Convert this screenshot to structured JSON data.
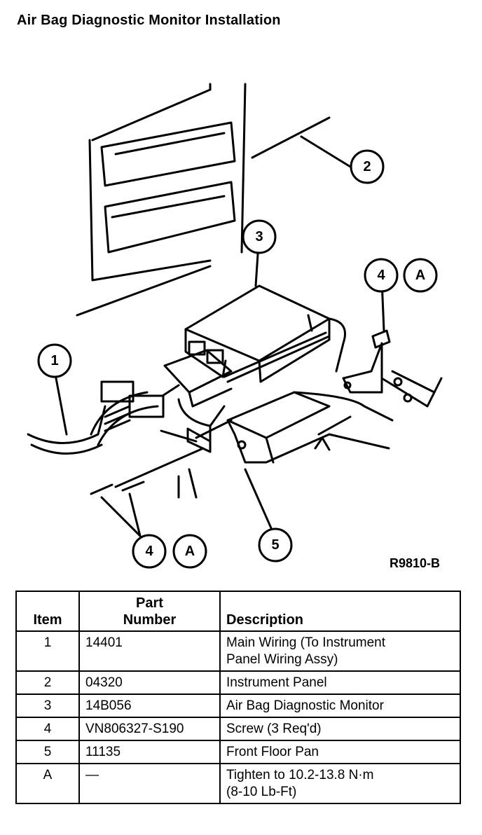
{
  "title": "Air Bag Diagnostic Monitor Installation",
  "figure_ref": "R9810-B",
  "callouts": {
    "c1": "1",
    "c2": "2",
    "c3": "3",
    "c4_top": "4",
    "cA_top": "A",
    "c4_bottom": "4",
    "cA_bottom": "A",
    "c5": "5"
  },
  "table": {
    "headers": {
      "item": "Item",
      "part_line1": "Part",
      "part_line2": "Number",
      "description": "Description"
    },
    "rows": [
      {
        "item": "1",
        "part": "14401",
        "desc_line1": "Main Wiring (To Instrument",
        "desc_line2": "Panel Wiring Assy)"
      },
      {
        "item": "2",
        "part": "04320",
        "desc_line1": "Instrument Panel",
        "desc_line2": ""
      },
      {
        "item": "3",
        "part": "14B056",
        "desc_line1": "Air Bag Diagnostic Monitor",
        "desc_line2": ""
      },
      {
        "item": "4",
        "part": "VN806327-S190",
        "desc_line1": "Screw (3 Req'd)",
        "desc_line2": ""
      },
      {
        "item": "5",
        "part": "11135",
        "desc_line1": "Front Floor Pan",
        "desc_line2": ""
      },
      {
        "item": "A",
        "part": "—",
        "desc_line1": "Tighten to 10.2-13.8 N·m",
        "desc_line2": "(8-10 Lb-Ft)"
      }
    ]
  }
}
